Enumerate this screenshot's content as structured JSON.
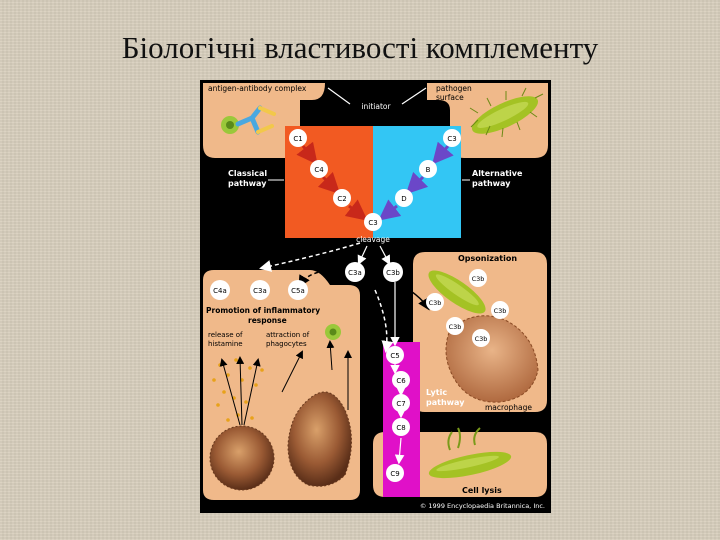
{
  "slide": {
    "title": "Біологічні властивості комплементу"
  },
  "diagram": {
    "top": {
      "antigen_antibody": "antigen-antibody complex",
      "initiator": "initiator",
      "pathogen_line1": "pathogen",
      "pathogen_line2": "surface"
    },
    "pathways": {
      "classical_line1": "Classical",
      "classical_line2": "pathway",
      "alternative_line1": "Alternative",
      "alternative_line2": "pathway",
      "lytic_line1": "Lytic",
      "lytic_line2": "pathway"
    },
    "nodes": {
      "c1": "C1",
      "c4": "C4",
      "c2": "C2",
      "c3": "C3",
      "b": "B",
      "d": "D",
      "c3_right": "C3",
      "cleavage": "cleavage",
      "c3a": "C3a",
      "c3b": "C3b",
      "c4a": "C4a",
      "c3a_inflam": "C3a",
      "c5a": "C5a",
      "c5": "C5",
      "c6": "C6",
      "c7": "C7",
      "c8": "C8",
      "c9": "C9"
    },
    "opsonization": {
      "title": "Opsonization",
      "c3b_1": "C3b",
      "c3b_2": "C3b",
      "c3b_3": "C3b",
      "c3b_4": "C3b",
      "c3b_5": "C3b",
      "macrophage": "macrophage"
    },
    "inflammation": {
      "title_line1": "Promotion of inflammatory",
      "title_line2": "response",
      "release_line1": "release of",
      "release_line2": "histamine",
      "attraction_line1": "attraction of",
      "attraction_line2": "phagocytes"
    },
    "lysis": {
      "label": "Cell lysis"
    },
    "copyright": "© 1999 Encyclopaedia Britannica, Inc.",
    "colors": {
      "background": "#000000",
      "tan": "#f0b98a",
      "classical": "#f25a22",
      "alternative": "#33c6f4",
      "lytic": "#e010c8",
      "bacterium": "#a4c224"
    }
  }
}
